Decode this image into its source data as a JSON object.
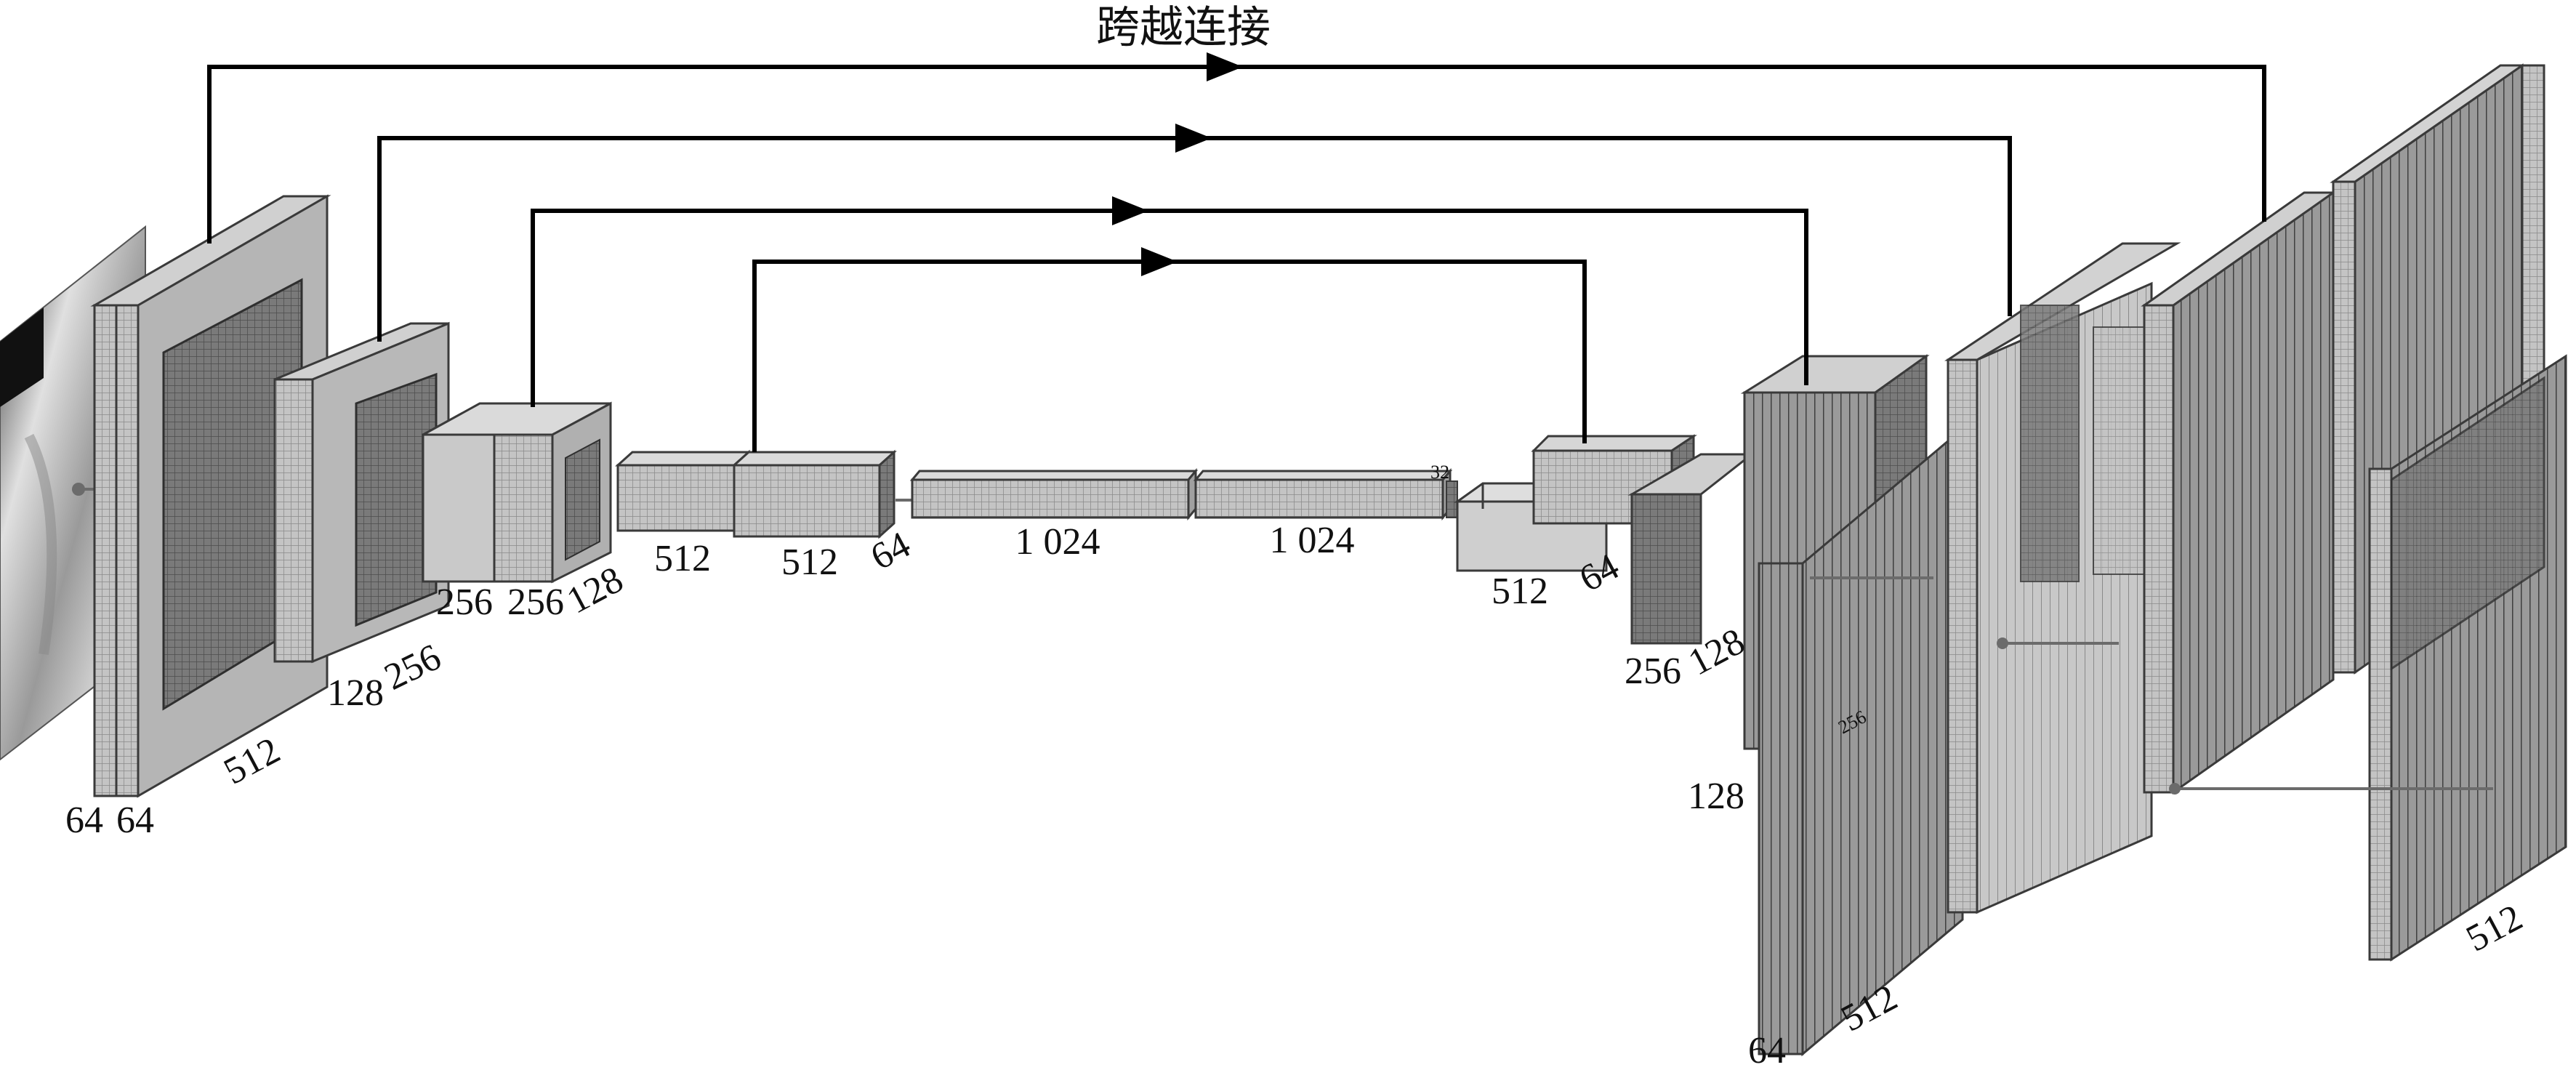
{
  "title": "跨越连接",
  "labels": {
    "enc1_a": "64",
    "enc1_b": "64",
    "enc1_c": "512",
    "enc2_a": "128",
    "enc2_b": "256",
    "enc3_a": "256",
    "enc3_b": "256",
    "enc3_c": "128",
    "enc4_a": "512",
    "enc4_b": "512",
    "enc4_c": "64",
    "bott_a": "1 024",
    "bott_b": "1 024",
    "bott_c": "32",
    "dec4_a": "512",
    "dec4_b": "64",
    "dec3_a": "256",
    "dec3_b": "128",
    "dec2_a": "128",
    "dec2_c": "256",
    "dec1_a": "64",
    "dec1_b": "512",
    "out_a": "512"
  },
  "colors": {
    "block_fill": "#bdbdbd",
    "block_dark": "#707070",
    "block_light": "#d6d6d6",
    "connection": "#000000"
  }
}
